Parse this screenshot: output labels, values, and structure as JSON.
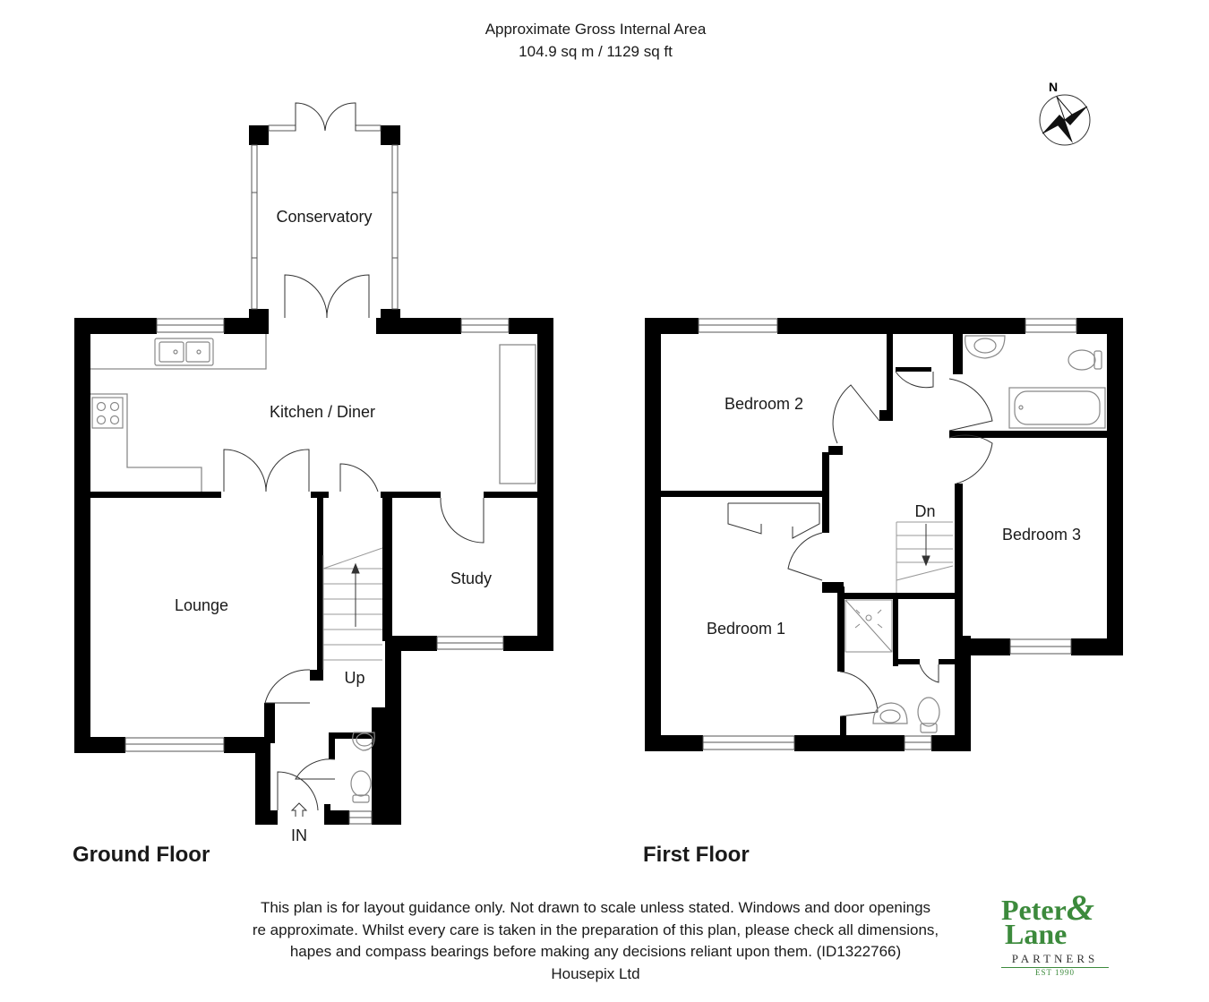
{
  "header": {
    "line1": "Approximate Gross Internal Area",
    "line2": "104.9 sq m / 1129 sq ft"
  },
  "compass": {
    "letter": "N"
  },
  "ground_floor": {
    "title": "Ground Floor",
    "rooms": {
      "conservatory": "Conservatory",
      "kitchen": "Kitchen / Diner",
      "lounge": "Lounge",
      "study": "Study"
    },
    "stairs_label": "Up",
    "entrance_label": "IN"
  },
  "first_floor": {
    "title": "First Floor",
    "rooms": {
      "bedroom1": "Bedroom 1",
      "bedroom2": "Bedroom 2",
      "bedroom3": "Bedroom 3"
    },
    "stairs_label": "Dn"
  },
  "disclaimer": {
    "line1": "This plan is for layout guidance only. Not drawn to scale unless stated. Windows and door openings",
    "line2": "re approximate. Whilst every care is taken in the preparation of this plan, please check all dimensions,",
    "line3": "hapes and compass bearings before making any decisions reliant upon them. (ID1322766)",
    "line4": "Housepix Ltd"
  },
  "logo": {
    "name_line1": "Peter",
    "name_line2": "Lane",
    "ampersand": "&",
    "partners": "PARTNERS",
    "est": "EST 1990"
  },
  "colors": {
    "wall": "#000000",
    "logo_green": "#3c8a3c",
    "fixture": "#9a9a9a"
  }
}
